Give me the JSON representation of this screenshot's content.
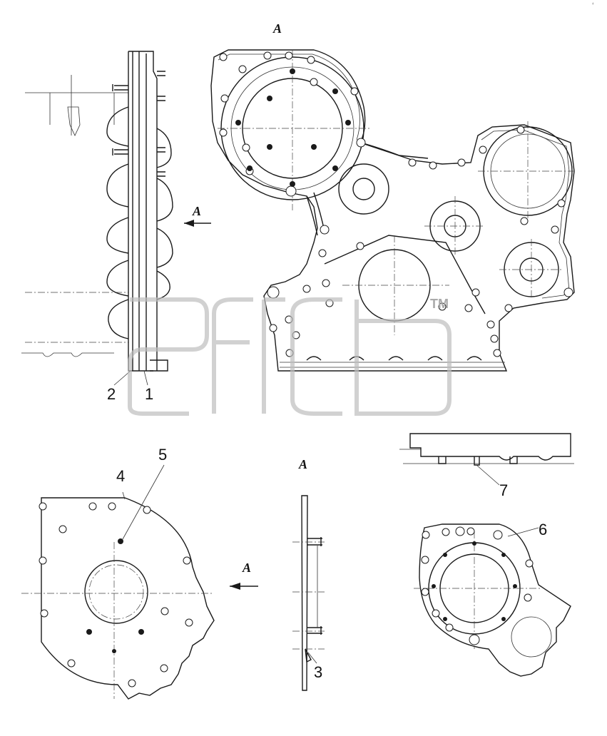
{
  "view_labels": {
    "top_center": "A",
    "left_arrow": "A",
    "bottom_center": "A",
    "bottom_arrow": "A"
  },
  "callouts": [
    "1",
    "2",
    "3",
    "4",
    "5",
    "6",
    "7"
  ],
  "watermark": {
    "text": "TM"
  },
  "corner_mark": "‘"
}
